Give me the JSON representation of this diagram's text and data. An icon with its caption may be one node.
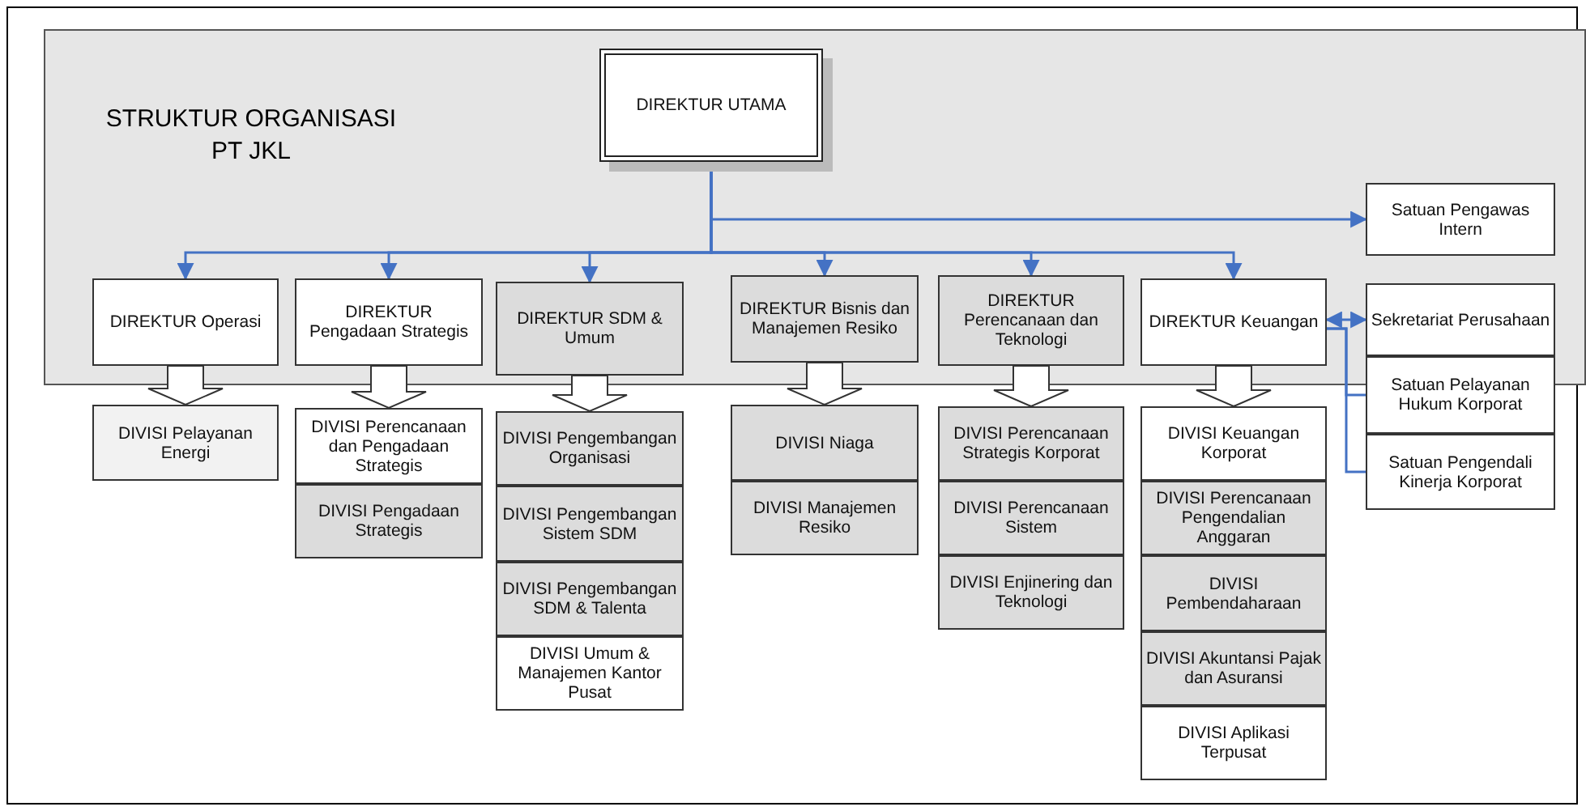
{
  "diagram": {
    "title": "STRUKTUR ORGANISASI PT JKL",
    "nodes": [
      {
        "text": [
          "DIREKTUR UTAMA"
        ]
      },
      {
        "text": [
          "Satuan Pengawas Intern"
        ]
      },
      {
        "text": [
          "DIREKTUR Operasi"
        ]
      },
      {
        "text": [
          "DIREKTUR Pengadaan Strategis"
        ]
      },
      {
        "text": [
          "DIREKTUR SDM & Umum"
        ]
      },
      {
        "text": [
          "DIREKTUR Bisnis dan Manajemen Resiko"
        ]
      },
      {
        "text": [
          "DIREKTUR Perencanaan dan Teknologi"
        ]
      },
      {
        "text": [
          "DIREKTUR Keuangan"
        ]
      },
      {
        "text": [
          "Sekretariat Perusahaan"
        ]
      },
      {
        "text": [
          "Satuan Pelayanan Hukum Korporat"
        ]
      },
      {
        "text": [
          "Satuan Pengendali Kinerja Korporat"
        ]
      },
      {
        "text": [
          "DIVISI Pelayanan Energi"
        ]
      },
      {
        "text": [
          "DIVISI Perencanaan dan Pengadaan Strategis"
        ]
      },
      {
        "text": [
          "DIVISI Pengadaan Strategis"
        ]
      },
      {
        "text": [
          "DIVISI Pengembangan Organisasi"
        ]
      },
      {
        "text": [
          "DIVISI Pengembangan Sistem SDM"
        ]
      },
      {
        "text": [
          "DIVISI Pengembangan SDM & Talenta"
        ]
      },
      {
        "text": [
          "DIVISI Umum & Manajemen Kantor Pusat"
        ]
      },
      {
        "text": [
          "DIVISI Niaga"
        ]
      },
      {
        "text": [
          "DIVISI Manajemen Resiko"
        ]
      },
      {
        "text": [
          "DIVISI Perencanaan Strategis Korporat"
        ]
      },
      {
        "text": [
          "DIVISI Perencanaan Sistem"
        ]
      },
      {
        "text": [
          "DIVISI Enjinering dan Teknologi"
        ]
      },
      {
        "text": [
          "DIVISI Keuangan Korporat"
        ]
      },
      {
        "text": [
          "DIVISI Perencanaan Pengendalian Anggaran"
        ]
      },
      {
        "text": [
          "DIVISI Pembendaharaan"
        ]
      },
      {
        "text": [
          "DIVISI Akuntansi Pajak dan Asuransi"
        ]
      },
      {
        "text": [
          "DIVISI Aplikasi Terpusat"
        ]
      }
    ],
    "edges": [
      {
        "from": 0,
        "to": 1,
        "arrow": "to"
      },
      {
        "from": 0,
        "to": 2,
        "arrow": "to"
      },
      {
        "from": 0,
        "to": 3,
        "arrow": "to"
      },
      {
        "from": 0,
        "to": 4,
        "arrow": "to"
      },
      {
        "from": 0,
        "to": 5,
        "arrow": "to"
      },
      {
        "from": 0,
        "to": 6,
        "arrow": "to"
      },
      {
        "from": 0,
        "to": 7,
        "arrow": "to"
      },
      {
        "from": 7,
        "to": 8,
        "arrow": "both"
      },
      {
        "from": 7,
        "to": 9,
        "arrow": "none"
      },
      {
        "from": 7,
        "to": 10,
        "arrow": "none"
      },
      {
        "from": 2,
        "to": 11,
        "arrow": "to",
        "style": "thick",
        "color": "#ffffff"
      },
      {
        "from": 3,
        "to": 12,
        "arrow": "to",
        "style": "thick",
        "color": "#ffffff"
      },
      {
        "from": 4,
        "to": 14,
        "arrow": "to",
        "style": "thick",
        "color": "#ffffff"
      },
      {
        "from": 5,
        "to": 18,
        "arrow": "to",
        "style": "thick",
        "color": "#ffffff"
      },
      {
        "from": 6,
        "to": 20,
        "arrow": "to",
        "style": "thick",
        "color": "#ffffff"
      },
      {
        "from": 7,
        "to": 23,
        "arrow": "to",
        "style": "thick",
        "color": "#ffffff"
      }
    ]
  }
}
